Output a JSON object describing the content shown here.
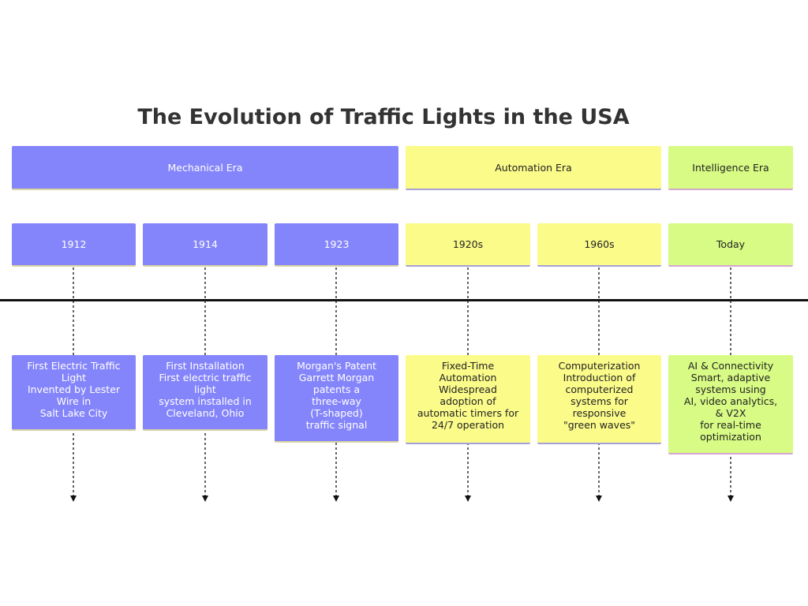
{
  "title": "The Evolution of Traffic Lights in the USA",
  "colors": {
    "mechanical": "#8585fb",
    "automation": "#fbfb8a",
    "intelligence": "#d7fb84",
    "axis": "#111111"
  },
  "eras": [
    {
      "label": "Mechanical Era"
    },
    {
      "label": "Automation Era"
    },
    {
      "label": "Intelligence Era"
    }
  ],
  "periods": [
    {
      "year": "1912",
      "era": "Mechanical Era",
      "event": "First Electric Traffic\nLight\nInvented by Lester\nWire in\nSalt Lake City"
    },
    {
      "year": "1914",
      "era": "Mechanical Era",
      "event": "First Installation\nFirst electric traffic\nlight\nsystem installed in\nCleveland, Ohio"
    },
    {
      "year": "1923",
      "era": "Mechanical Era",
      "event": "Morgan's Patent\nGarrett Morgan\npatents a\nthree-way\n(T-shaped)\ntraffic signal"
    },
    {
      "year": "1920s",
      "era": "Automation Era",
      "event": "Fixed-Time\nAutomation\nWidespread\nadoption of\nautomatic timers for\n24/7 operation"
    },
    {
      "year": "1960s",
      "era": "Automation Era",
      "event": "Computerization\nIntroduction of\ncomputerized\nsystems for\nresponsive\n\"green waves\""
    },
    {
      "year": "Today",
      "era": "Intelligence Era",
      "event": "AI & Connectivity\nSmart, adaptive\nsystems using\nAI, video analytics,\n& V2X\nfor real-time\noptimization"
    }
  ]
}
